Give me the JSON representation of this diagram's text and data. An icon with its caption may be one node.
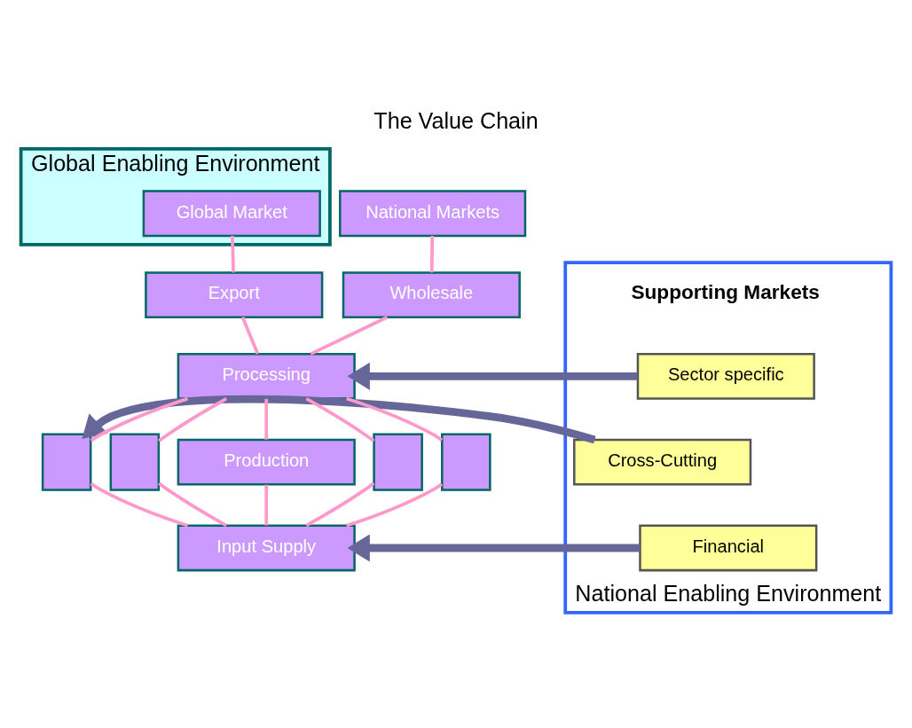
{
  "diagram": {
    "title": "The Value Chain",
    "nodes": [
      {
        "text": [
          "Global Enabling Environment"
        ]
      },
      {
        "text": [
          "National Enabling Environment"
        ]
      },
      {
        "text": [
          "Global Market"
        ],
        "in": 0
      },
      {
        "text": [
          "National Markets"
        ]
      },
      {
        "text": [
          "Export"
        ]
      },
      {
        "text": [
          "Wholesale"
        ]
      },
      {
        "text": [
          "Processing"
        ]
      },
      {
        "text": [],
        "shape": "box"
      },
      {
        "text": [],
        "shape": "box"
      },
      {
        "text": [
          "Production"
        ]
      },
      {
        "text": [],
        "shape": "box"
      },
      {
        "text": [],
        "shape": "box"
      },
      {
        "text": [
          "Input Supply"
        ]
      },
      {
        "text": [
          "Sector specific"
        ],
        "in": 1
      },
      {
        "text": [
          "Cross-Cutting"
        ],
        "in": 1
      },
      {
        "text": [
          "Financial"
        ],
        "in": 1
      }
    ],
    "edges": [
      {
        "from": 2,
        "to": 4,
        "arrow": "none"
      },
      {
        "from": 3,
        "to": 5,
        "arrow": "none"
      },
      {
        "from": 4,
        "to": 6,
        "arrow": "none"
      },
      {
        "from": 5,
        "to": 6,
        "arrow": "none"
      },
      {
        "from": 6,
        "to": 7,
        "arrow": "none"
      },
      {
        "from": 6,
        "to": 8,
        "arrow": "none"
      },
      {
        "from": 6,
        "to": 9,
        "arrow": "none"
      },
      {
        "from": 6,
        "to": 10,
        "arrow": "none"
      },
      {
        "from": 6,
        "to": 11,
        "arrow": "none"
      },
      {
        "from": 7,
        "to": 12,
        "arrow": "none"
      },
      {
        "from": 8,
        "to": 12,
        "arrow": "none"
      },
      {
        "from": 9,
        "to": 12,
        "arrow": "none"
      },
      {
        "from": 10,
        "to": 12,
        "arrow": "none"
      },
      {
        "from": 11,
        "to": 12,
        "arrow": "none"
      },
      {
        "from": 13,
        "to": 6,
        "arrow": "to",
        "style": "thick",
        "color": "#666699"
      },
      {
        "from": 14,
        "to": 7,
        "arrow": "to",
        "style": "thick",
        "color": "#666699"
      },
      {
        "from": 15,
        "to": 12,
        "arrow": "to",
        "style": "thick",
        "color": "#666699"
      }
    ],
    "labels": [
      "Supporting Markets"
    ]
  }
}
